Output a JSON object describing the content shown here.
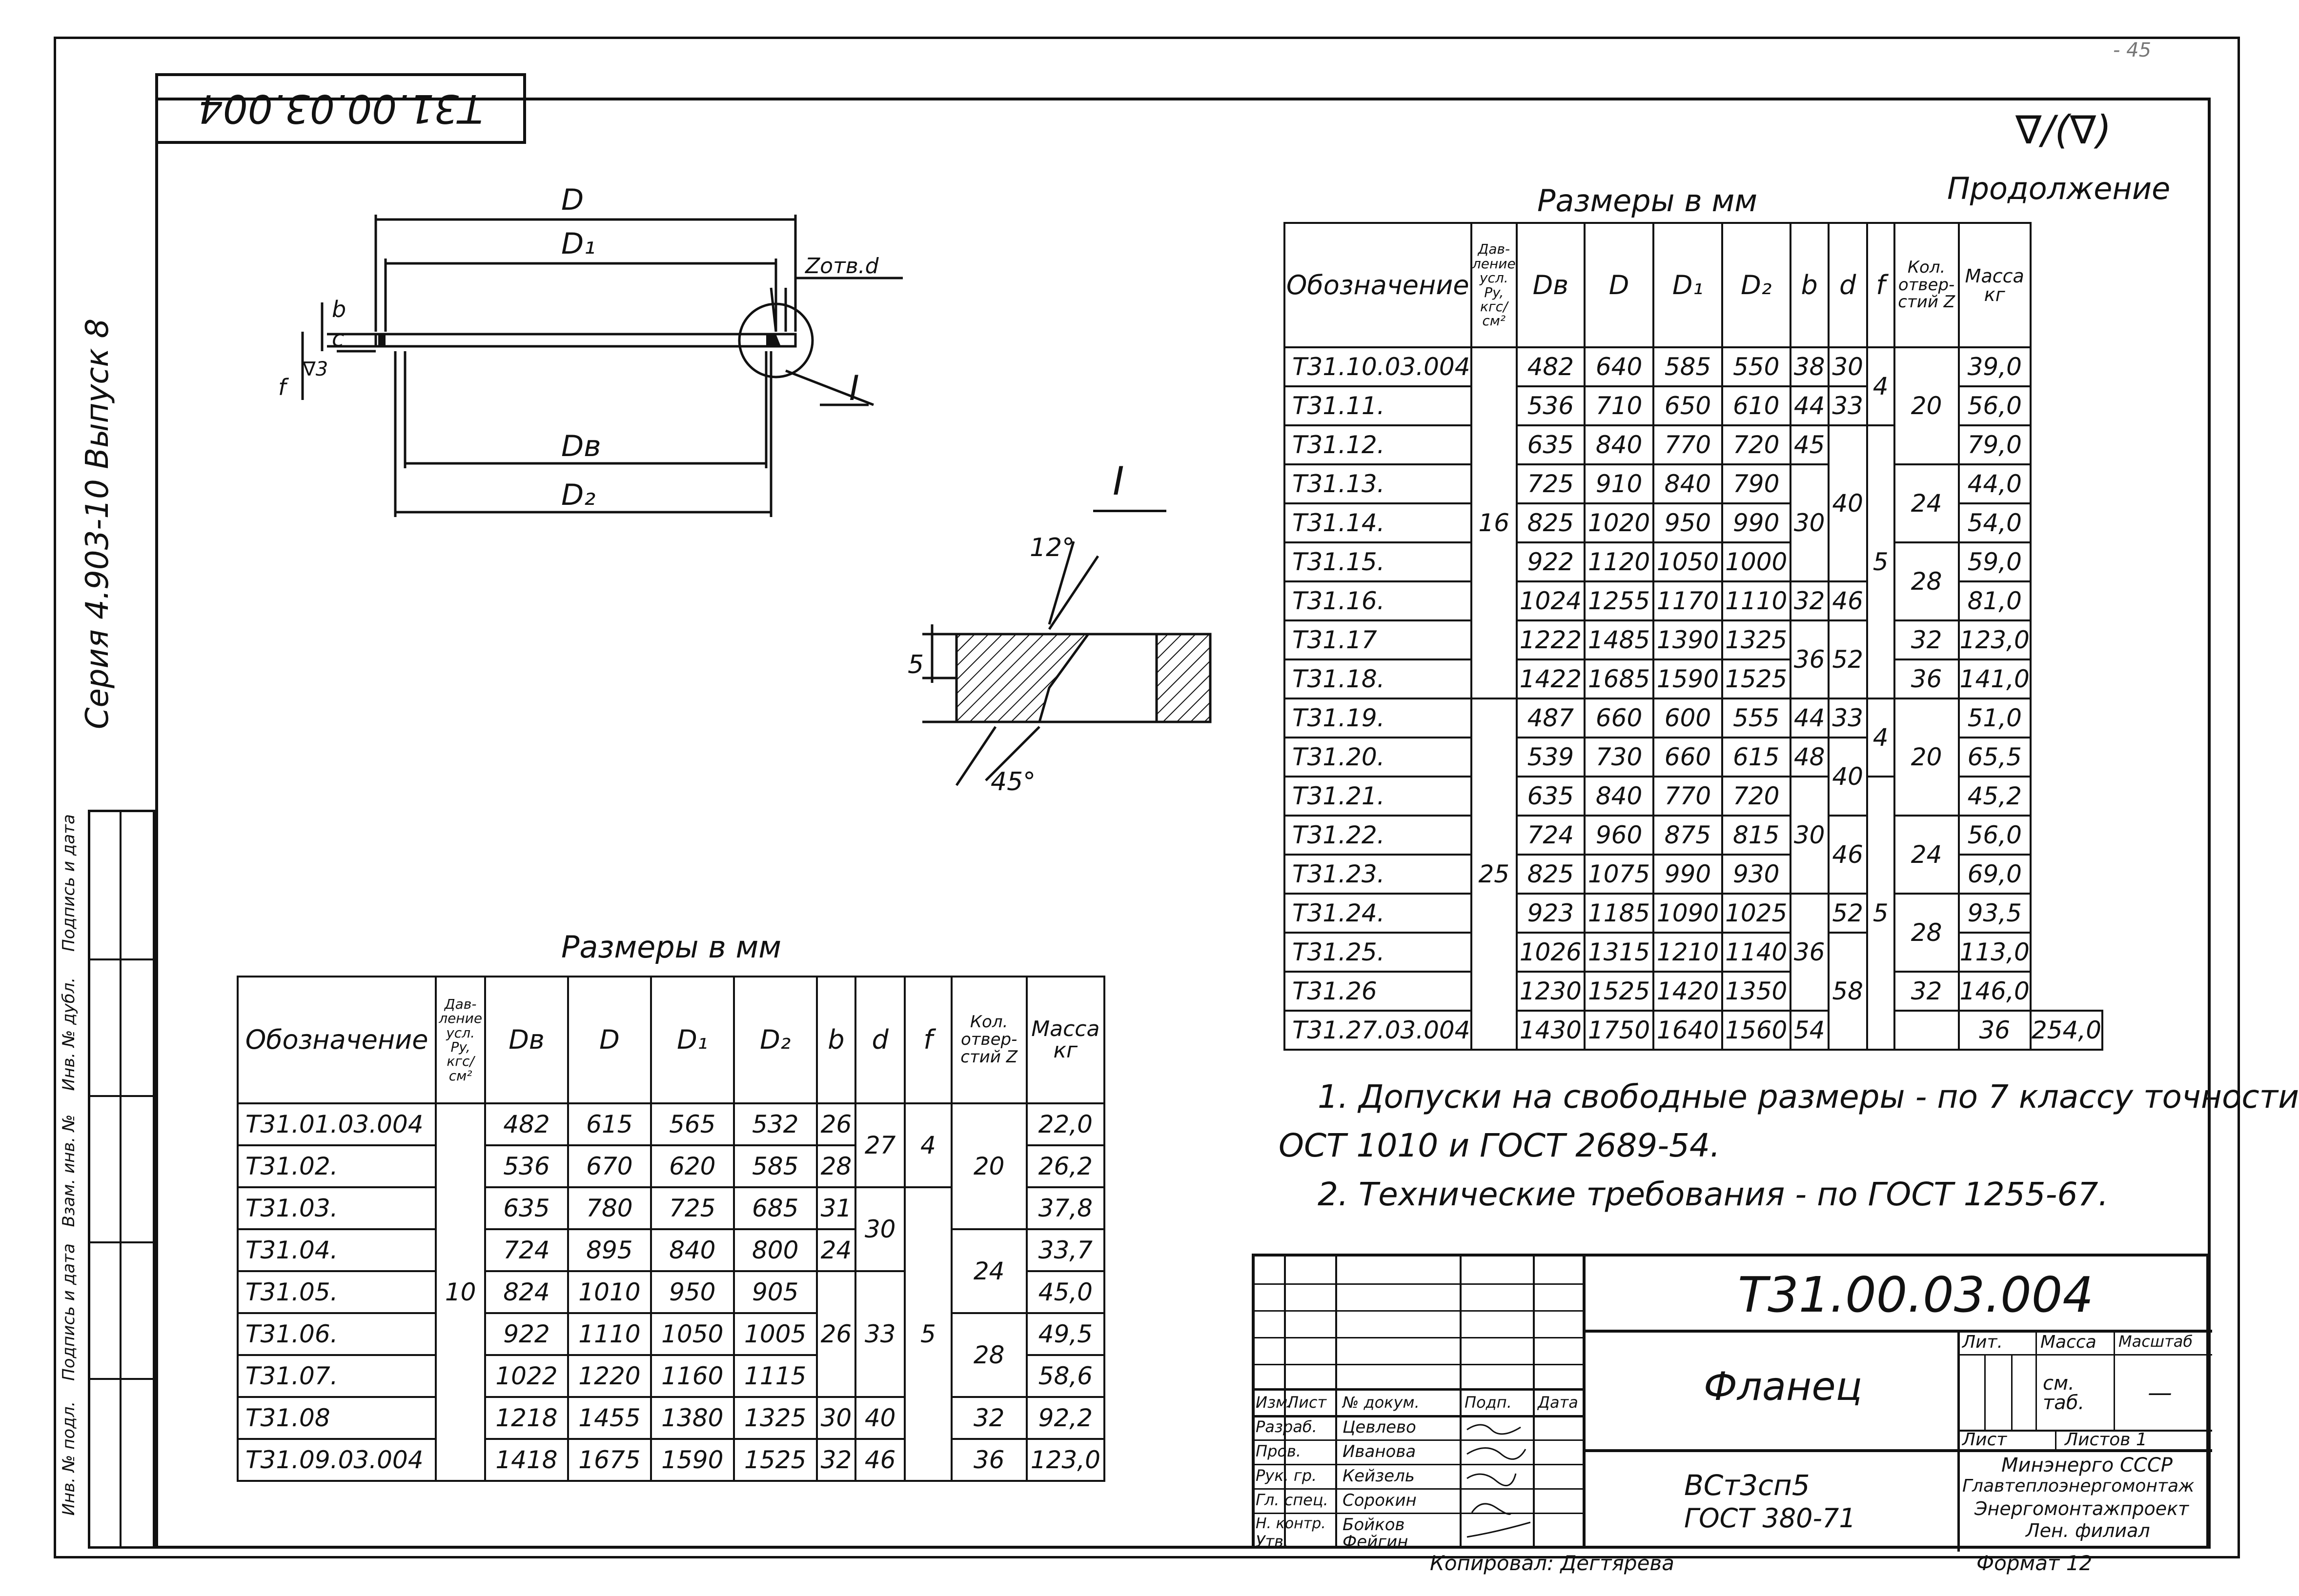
{
  "page_number": "- 45",
  "stamp_code": "Т31.00.03.004",
  "series_label": "Серия 4.903-10  Выпуск 8",
  "side_labels": [
    "Инв. № подл.",
    "Подпись и дата",
    "Взам. инв. №",
    "Инв. № дубл.",
    "Подпись и дата"
  ],
  "surface_mark": "∇/(∇)",
  "drawing": {
    "dim_D": "D",
    "dim_D1": "D₁",
    "dim_Dv": "Dв",
    "dim_D2": "D₂",
    "dim_b": "b",
    "dim_c": "c",
    "dim_f": "f",
    "dim_holes": "Zотв.d",
    "roughness": "∇3",
    "detail_ref": "I",
    "detail_title": "I",
    "angle_top": "12°",
    "angle_bottom": "45°",
    "dim_5": "5"
  },
  "table_left": {
    "caption": "Размеры в мм",
    "headers": {
      "designation": "Обозначение",
      "pressure": "Дав­ление усл. Py, кгс/см²",
      "Dv": "Dв",
      "D": "D",
      "D1": "D₁",
      "D2": "D₂",
      "b": "b",
      "d": "d",
      "f": "f",
      "holes": "Кол. отвер­стий Z",
      "mass": "Масса кг"
    },
    "pressure_value": "10",
    "rows": [
      {
        "des": "Т31.01.03.004",
        "Dv": "482",
        "D": "615",
        "D1": "565",
        "D2": "532",
        "b": "26",
        "mass": "22,0"
      },
      {
        "des": "Т31.02.",
        "Dv": "536",
        "D": "670",
        "D1": "620",
        "D2": "585",
        "b": "28",
        "mass": "26,2"
      },
      {
        "des": "Т31.03.",
        "Dv": "635",
        "D": "780",
        "D1": "725",
        "D2": "685",
        "b": "31",
        "mass": "37,8"
      },
      {
        "des": "Т31.04.",
        "Dv": "724",
        "D": "895",
        "D1": "840",
        "D2": "800",
        "b": "24",
        "mass": "33,7"
      },
      {
        "des": "Т31.05.",
        "Dv": "824",
        "D": "1010",
        "D1": "950",
        "D2": "905",
        "b": "",
        "mass": "45,0"
      },
      {
        "des": "Т31.06.",
        "Dv": "922",
        "D": "1110",
        "D1": "1050",
        "D2": "1005",
        "b": "",
        "mass": "49,5"
      },
      {
        "des": "Т31.07.",
        "Dv": "1022",
        "D": "1220",
        "D1": "1160",
        "D2": "1115",
        "b": "",
        "mass": "58,6"
      },
      {
        "des": "Т31.08",
        "Dv": "1218",
        "D": "1455",
        "D1": "1380",
        "D2": "1325",
        "b": "30",
        "mass": "92,2"
      },
      {
        "des": "Т31.09.03.004",
        "Dv": "1418",
        "D": "1675",
        "D1": "1590",
        "D2": "1525",
        "b": "32",
        "mass": "123,0"
      }
    ],
    "merged": {
      "d_27": "27",
      "d_30": "30",
      "d_33": "33",
      "d_40": "40",
      "d_46": "46",
      "f_4": "4",
      "f_5": "5",
      "z_20": "20",
      "z_24": "24",
      "z_28": "28",
      "z_32": "32",
      "z_36": "36",
      "b_26": "26"
    }
  },
  "table_right": {
    "caption": "Размеры в мм",
    "continuation": "Продолжение",
    "headers": {
      "designation": "Обозначение",
      "pressure": "Дав­ление усл. Py, кгс/см²",
      "Dv": "Dв",
      "D": "D",
      "D1": "D₁",
      "D2": "D₂",
      "b": "b",
      "d": "d",
      "f": "f",
      "holes": "Кол. отвер­стий Z",
      "mass": "Масса кг"
    },
    "pressure_16": "16",
    "pressure_25": "25",
    "rows": [
      {
        "des": "Т31.10.03.004",
        "Dv": "482",
        "D": "640",
        "D1": "585",
        "D2": "550",
        "mass": "39,0"
      },
      {
        "des": "Т31.11.",
        "Dv": "536",
        "D": "710",
        "D1": "650",
        "D2": "610",
        "mass": "56,0"
      },
      {
        "des": "Т31.12.",
        "Dv": "635",
        "D": "840",
        "D1": "770",
        "D2": "720",
        "mass": "79,0"
      },
      {
        "des": "Т31.13.",
        "Dv": "725",
        "D": "910",
        "D1": "840",
        "D2": "790",
        "mass": "44,0"
      },
      {
        "des": "Т31.14.",
        "Dv": "825",
        "D": "1020",
        "D1": "950",
        "D2": "990",
        "mass": "54,0"
      },
      {
        "des": "Т31.15.",
        "Dv": "922",
        "D": "1120",
        "D1": "1050",
        "D2": "1000",
        "mass": "59,0"
      },
      {
        "des": "Т31.16.",
        "Dv": "1024",
        "D": "1255",
        "D1": "1170",
        "D2": "1110",
        "mass": "81,0"
      },
      {
        "des": "Т31.17",
        "Dv": "1222",
        "D": "1485",
        "D1": "1390",
        "D2": "1325",
        "mass": "123,0"
      },
      {
        "des": "Т31.18.",
        "Dv": "1422",
        "D": "1685",
        "D1": "1590",
        "D2": "1525",
        "mass": "141,0"
      },
      {
        "des": "Т31.19.",
        "Dv": "487",
        "D": "660",
        "D1": "600",
        "D2": "555",
        "mass": "51,0"
      },
      {
        "des": "Т31.20.",
        "Dv": "539",
        "D": "730",
        "D1": "660",
        "D2": "615",
        "mass": "65,5"
      },
      {
        "des": "Т31.21.",
        "Dv": "635",
        "D": "840",
        "D1": "770",
        "D2": "720",
        "mass": "45,2"
      },
      {
        "des": "Т31.22.",
        "Dv": "724",
        "D": "960",
        "D1": "875",
        "D2": "815",
        "mass": "56,0"
      },
      {
        "des": "Т31.23.",
        "Dv": "825",
        "D": "1075",
        "D1": "990",
        "D2": "930",
        "mass": "69,0"
      },
      {
        "des": "Т31.24.",
        "Dv": "923",
        "D": "1185",
        "D1": "1090",
        "D2": "1025",
        "mass": "93,5"
      },
      {
        "des": "Т31.25.",
        "Dv": "1026",
        "D": "1315",
        "D1": "1210",
        "D2": "1140",
        "mass": "113,0"
      },
      {
        "des": "Т31.26",
        "Dv": "1230",
        "D": "1525",
        "D1": "1420",
        "D2": "1350",
        "mass": "146,0"
      },
      {
        "des": "Т31.27.03.004",
        "Dv": "1430",
        "D": "1750",
        "D1": "1640",
        "D2": "1560",
        "mass": "254,0"
      }
    ],
    "merged": {
      "b_38": "38",
      "b_44": "44",
      "b_45": "45",
      "b_30": "30",
      "b_32": "32",
      "b_36": "36",
      "b_44b": "44",
      "b_48": "48",
      "b_30b": "30",
      "b_36b": "36",
      "b_54": "54",
      "d_30": "30",
      "d_33": "33",
      "d_40": "40",
      "d_46": "46",
      "d_52": "52",
      "d_33b": "33",
      "d_40b": "40",
      "d_46b": "46",
      "d_52b": "52",
      "d_58": "58",
      "f_4": "4",
      "f_5": "5",
      "f_4b": "4",
      "f_5b": "5",
      "z_20": "20",
      "z_24": "24",
      "z_28": "28",
      "z_32": "32",
      "z_36": "36",
      "z_20b": "20",
      "z_24b": "24",
      "z_28b": "28",
      "z_32b": "32",
      "z_36b": "36"
    }
  },
  "notes": {
    "n1a": "1. Допуски на свободные размеры - по 7 классу точности",
    "n1b": "ОСТ 1010 и ГОСТ 2689-54.",
    "n2": "2. Технические требования - по ГОСТ 1255-67."
  },
  "title_block": {
    "code": "Т31.00.03.004",
    "name": "Фланец",
    "material_1": "ВСт3сп5",
    "material_2": "ГОСТ 380-71",
    "col_lit": "Лит.",
    "col_mass": "Масса",
    "col_scale": "Масштаб",
    "mass_value": "см. таб.",
    "scale_value": "—",
    "sheet": "Лист",
    "sheets": "Листов 1",
    "org1": "Минэнерго СССР",
    "org2": "Главтеплоэнергомонтаж",
    "org3": "Энергомонтажпроект",
    "org4": "Лен. филиал",
    "hdr": [
      "Изм.",
      "Лист",
      "№ докум.",
      "Подп.",
      "Дата"
    ],
    "people": [
      {
        "role": "Разраб.",
        "name": "Цевлево"
      },
      {
        "role": "Пров.",
        "name": "Иванова"
      },
      {
        "role": "Рук. гр.",
        "name": "Кейзель"
      },
      {
        "role": "Гл. спец.",
        "name": "Сорокин"
      },
      {
        "role": "Н. контр.",
        "name": "Бойков"
      },
      {
        "role": "Утв.",
        "name": "Фейгин"
      }
    ]
  },
  "copied_by": "Копировал: Дегтярева",
  "format": "Формат 12"
}
